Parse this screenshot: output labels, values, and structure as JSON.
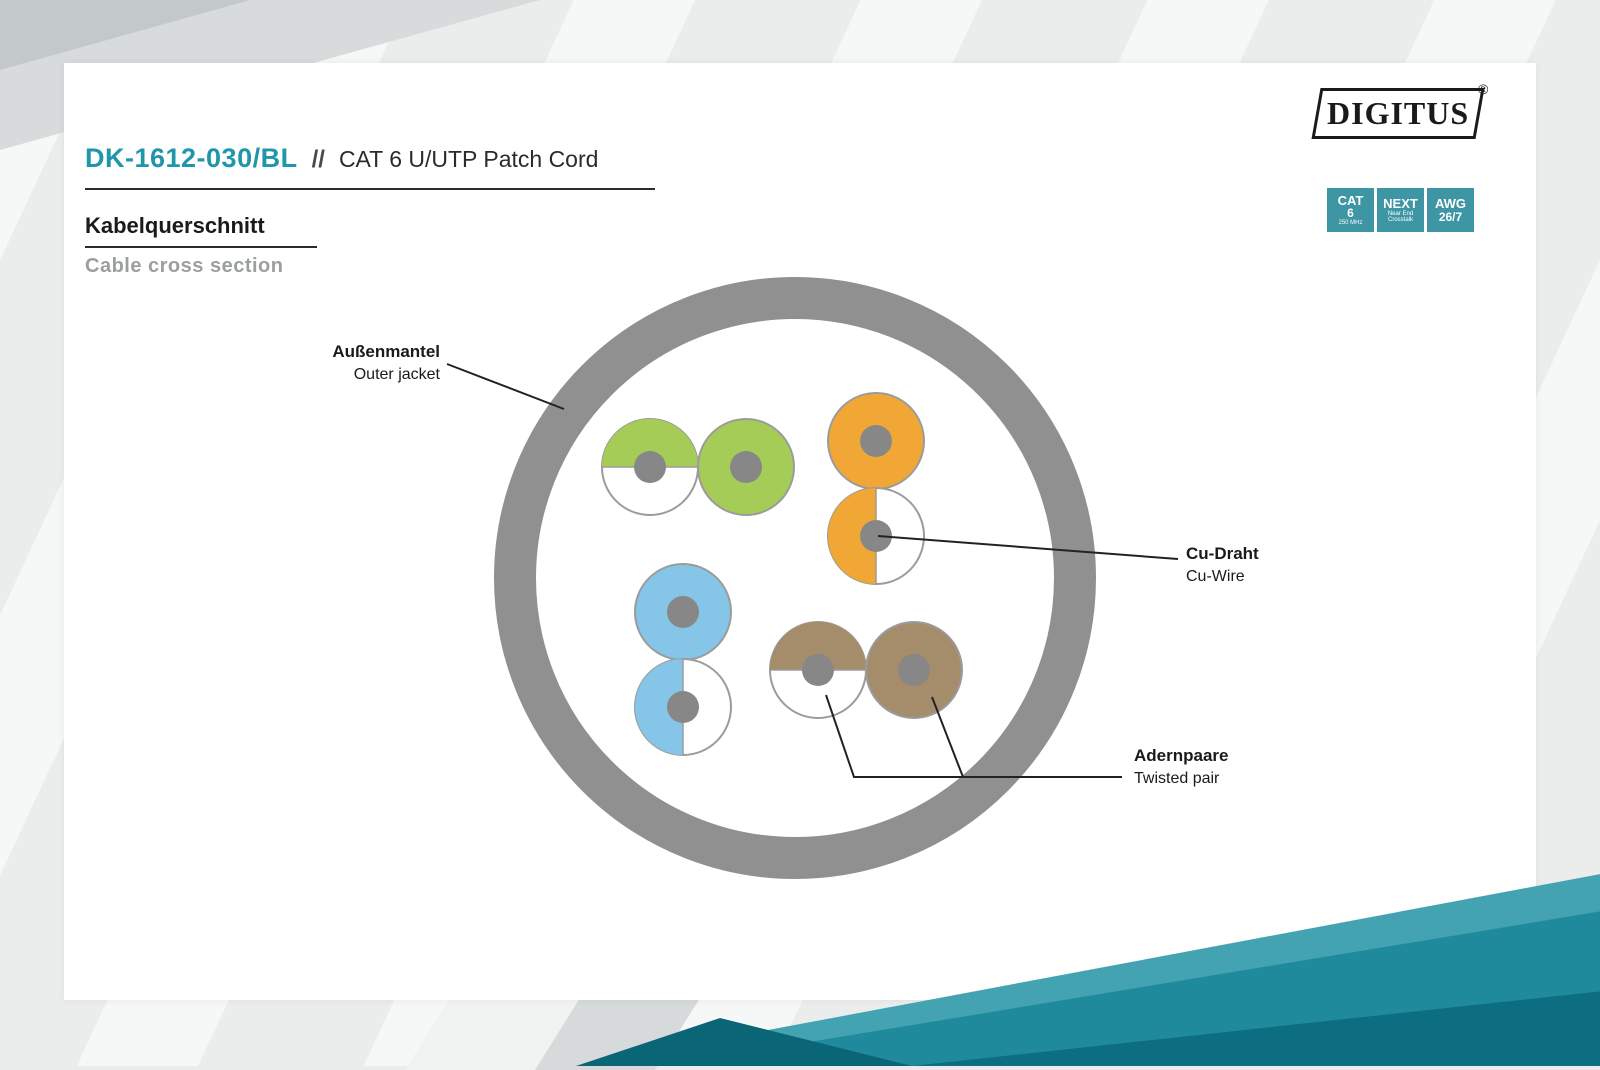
{
  "brand": {
    "logo": "DIGITUS",
    "registered": "®"
  },
  "header": {
    "model": "DK-1612-030/BL",
    "separator": "//",
    "product": "CAT 6 U/UTP Patch Cord"
  },
  "section": {
    "heading_de": "Kabelquerschnitt",
    "heading_en": "Cable cross section"
  },
  "badges": [
    {
      "line1": "CAT",
      "line2": "6",
      "line3": "250 MHz"
    },
    {
      "line1": "NEXT",
      "line2": "Near End",
      "line3": "Crosstalk"
    },
    {
      "line1": "AWG",
      "line2": "26/7"
    }
  ],
  "labels": {
    "jacket_de": "Außenmantel",
    "jacket_en": "Outer jacket",
    "wire_de": "Cu-Draht",
    "wire_en": "Cu-Wire",
    "pair_de": "Adernpaare",
    "pair_en": "Twisted pair"
  },
  "colors": {
    "accent": "#1f96a9",
    "badge": "#3e95a4",
    "jacket": "#909090",
    "core": "#878787",
    "outline": "#9b9b9b",
    "green": "#a4cc57",
    "orange": "#f0a735",
    "blue": "#85c5e7",
    "brown": "#a58c6a",
    "leader": "#222222",
    "wedge_light": "#44a3b3",
    "wedge_main": "#1f8a9c",
    "wedge_dark": "#0c6e80",
    "wedge_deep": "#0a6577"
  }
}
